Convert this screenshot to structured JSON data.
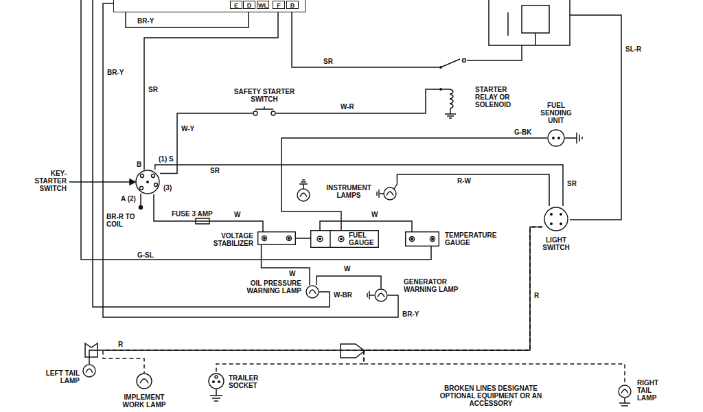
{
  "diagram": {
    "nodes": [
      {
        "text": [
          "E",
          "D",
          "WL",
          "F",
          "B"
        ]
      },
      {
        "text": [
          "STARTER RELAY OR SOLENOID"
        ]
      },
      {
        "text": [
          "SAFETY STARTER SWITCH"
        ]
      },
      {
        "text": [
          "FUEL SENDING UNIT"
        ]
      },
      {
        "text": [
          "KEY- STARTER SWITCH"
        ]
      },
      {
        "text": [
          "INSTRUMENT LAMPS"
        ]
      },
      {
        "text": [
          "LIGHT SWITCH"
        ]
      },
      {
        "text": [
          "VOLTAGE STABILIZER"
        ]
      },
      {
        "text": [
          "FUEL GAUGE"
        ]
      },
      {
        "text": [
          "TEMPERATURE GAUGE"
        ]
      },
      {
        "text": [
          "OIL PRESSURE WARNING LAMP"
        ]
      },
      {
        "text": [
          "GENERATOR WARNING LAMP"
        ]
      },
      {
        "text": [
          "LEFT TAIL LAMP"
        ]
      },
      {
        "text": [
          "IMPLEMENT WORK LAMP"
        ]
      },
      {
        "text": [
          "TRAILER SOCKET"
        ]
      },
      {
        "text": [
          "RIGHT TAIL LAMP"
        ]
      }
    ],
    "edges": [
      {
        "from": 0,
        "to": 1,
        "arrow": "none",
        "label": "SR"
      },
      {
        "from": 0,
        "to": 4,
        "arrow": "none",
        "label": "SR"
      },
      {
        "from": 0,
        "to": 11,
        "arrow": "none",
        "label": "BR-Y"
      },
      {
        "from": 4,
        "to": 2,
        "arrow": "none",
        "label": "W-Y"
      },
      {
        "from": 2,
        "to": 1,
        "arrow": "none",
        "label": "W-R"
      },
      {
        "from": 4,
        "to": 6,
        "arrow": "none",
        "label": "SR"
      },
      {
        "from": 3,
        "to": 8,
        "arrow": "none",
        "label": "G-BK"
      },
      {
        "from": 5,
        "to": 6,
        "arrow": "none",
        "label": "R-W"
      },
      {
        "from": 4,
        "to": 7,
        "arrow": "none",
        "label": "W"
      },
      {
        "from": 7,
        "to": 8,
        "arrow": "none"
      },
      {
        "from": 8,
        "to": 9,
        "arrow": "none",
        "label": "W"
      },
      {
        "from": 7,
        "to": 10,
        "arrow": "none",
        "label": "W"
      },
      {
        "from": 10,
        "to": 11,
        "arrow": "none",
        "label": "W"
      },
      {
        "from": 6,
        "to": 12,
        "arrow": "none",
        "label": "R"
      },
      {
        "from": 6,
        "to": 15,
        "arrow": "none"
      },
      {
        "from": 6,
        "to": 13,
        "arrow": "none"
      },
      {
        "from": 6,
        "to": 14,
        "arrow": "none"
      }
    ],
    "labels": [
      "BR-Y",
      "B",
      "(1) S",
      "(3)",
      "A (2)",
      "BR-R TO COIL",
      "FUSE 3 AMP",
      "G-SL",
      "W-BR",
      "BR-Y",
      "SR",
      "SL-R",
      "R",
      "BROKEN LINES DESIGNATE OPTIONAL EQUIPMENT OR AN ACCESSORY"
    ]
  }
}
